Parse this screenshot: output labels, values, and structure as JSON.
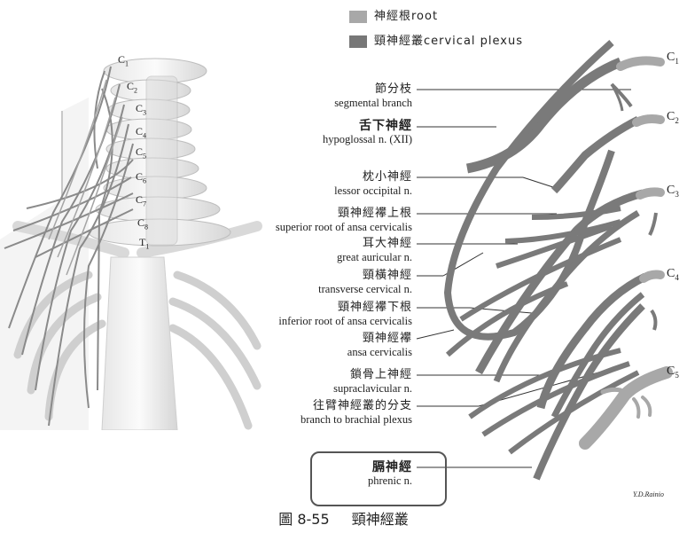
{
  "legend": {
    "root": {
      "label": "神經根root",
      "color": "#a8a8a8"
    },
    "plexus": {
      "label": "頸神經叢cervical plexus",
      "color": "#777777"
    }
  },
  "labels": [
    {
      "zh": "節分枝",
      "en": "segmental branch"
    },
    {
      "zh": "舌下神經",
      "en": "hypoglossal n. (XII)"
    },
    {
      "zh": "枕小神經",
      "en": "lessor occipital n."
    },
    {
      "zh": "頸神經襻上根",
      "en": "superior root of ansa cervicalis"
    },
    {
      "zh": "耳大神經",
      "en": "great auricular n."
    },
    {
      "zh": "頸橫神經",
      "en": "transverse cervical n."
    },
    {
      "zh": "頸神經襻下根",
      "en": "inferior root of ansa cervicalis"
    },
    {
      "zh": "頸神經襻",
      "en": "ansa cervicalis"
    },
    {
      "zh": "鎖骨上神經",
      "en": "supraclavicular n."
    },
    {
      "zh": "往臂神經叢的分支",
      "en": "branch to brachial plexus"
    },
    {
      "zh": "膈神經",
      "en": "phrenic n."
    }
  ],
  "vertebra_labels": [
    "C1",
    "C2",
    "C3",
    "C4",
    "C5"
  ],
  "skeleton_labels": [
    "C1",
    "C2",
    "C3",
    "C4",
    "C5",
    "C6",
    "C7",
    "C8",
    "T1"
  ],
  "signature": "Y.D.Rainio",
  "caption": {
    "figure": "圖 8-55",
    "title": "頸神經叢"
  }
}
